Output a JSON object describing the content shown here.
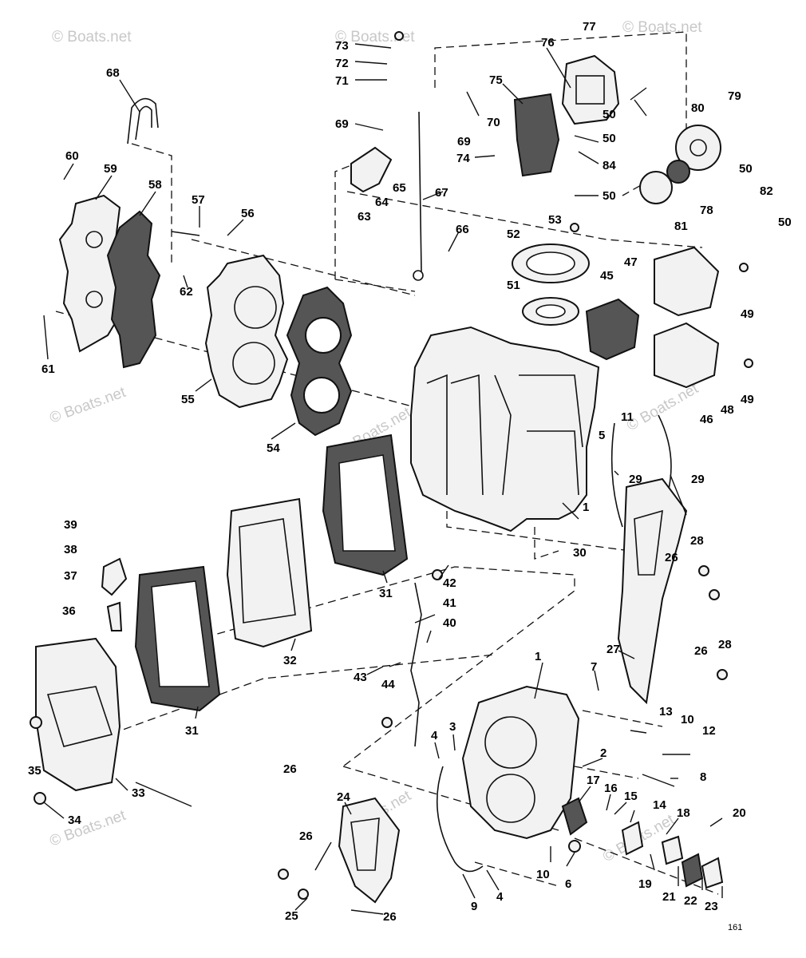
{
  "watermark": "© Boats.net",
  "page_number": "161",
  "callouts": [
    "73",
    "72",
    "71",
    "77",
    "76",
    "75",
    "70",
    "69",
    "69",
    "50",
    "50",
    "50",
    "74",
    "84",
    "79",
    "80",
    "50",
    "82",
    "50",
    "78",
    "81",
    "68",
    "60",
    "59",
    "58",
    "57",
    "56",
    "63",
    "64",
    "65",
    "67",
    "66",
    "53",
    "52",
    "47",
    "49",
    "45",
    "51",
    "62",
    "61",
    "55",
    "54",
    "11",
    "5",
    "48",
    "49",
    "46",
    "29",
    "29",
    "1",
    "30",
    "39",
    "38",
    "37",
    "36",
    "31",
    "31",
    "32",
    "42",
    "41",
    "40",
    "43",
    "44",
    "28",
    "26",
    "28",
    "26",
    "27",
    "7",
    "35",
    "33",
    "34",
    "1",
    "4",
    "3",
    "2",
    "13",
    "10",
    "12",
    "8",
    "26",
    "17",
    "16",
    "15",
    "14",
    "18",
    "20",
    "24",
    "26",
    "25",
    "26",
    "9",
    "4",
    "10",
    "6",
    "19",
    "21",
    "22",
    "23"
  ]
}
